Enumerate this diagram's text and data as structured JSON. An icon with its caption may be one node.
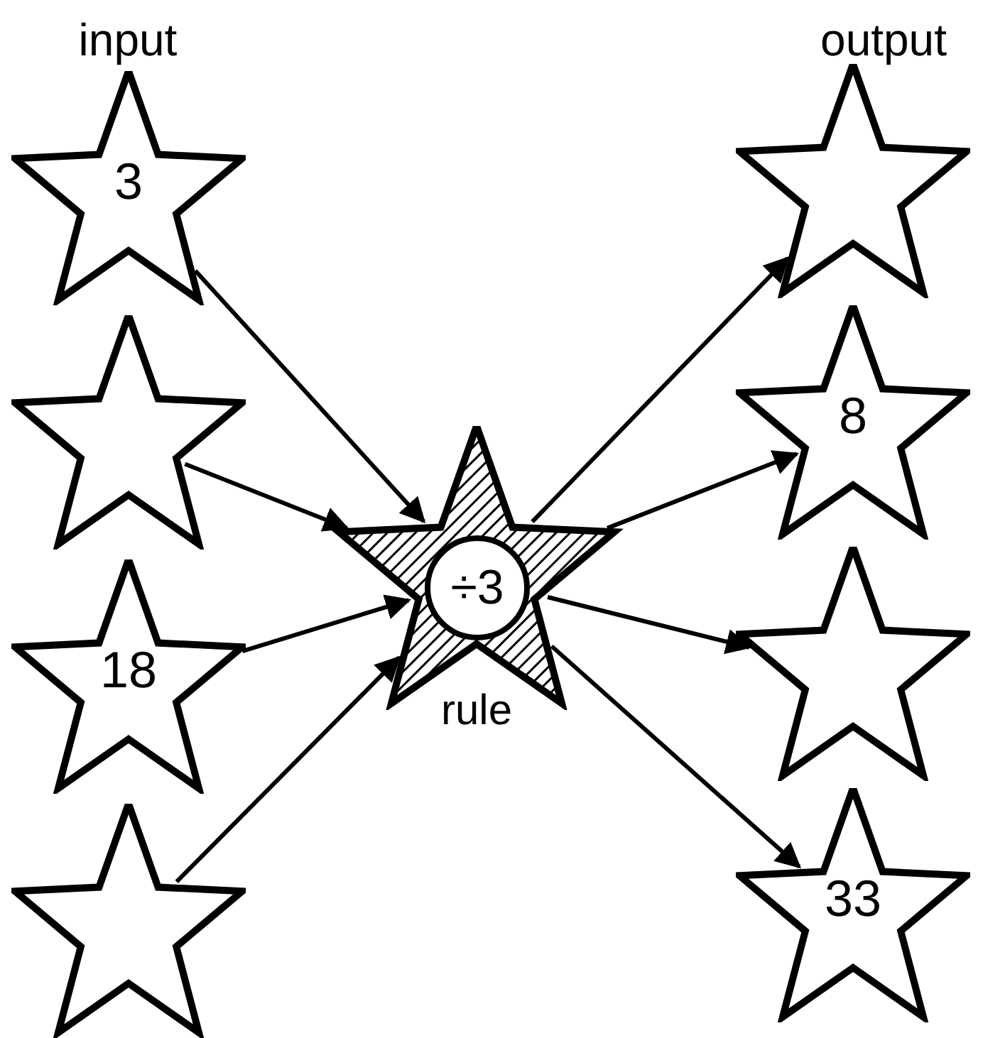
{
  "diagram": {
    "nodes": [
      {
        "text": [
          "3"
        ]
      },
      {
        "text": [],
        "shape": "star"
      },
      {
        "text": [
          "18"
        ]
      },
      {
        "text": [],
        "shape": "star"
      },
      {
        "text": [
          "÷3"
        ],
        "beside": [
          "rule"
        ]
      },
      {
        "text": [],
        "shape": "star"
      },
      {
        "text": [
          "8"
        ]
      },
      {
        "text": [],
        "shape": "star"
      },
      {
        "text": [
          "33"
        ]
      }
    ],
    "edges": [
      {
        "from": 0,
        "to": 4,
        "arrow": "to"
      },
      {
        "from": 1,
        "to": 4,
        "arrow": "to"
      },
      {
        "from": 2,
        "to": 4,
        "arrow": "to"
      },
      {
        "from": 3,
        "to": 4,
        "arrow": "to"
      },
      {
        "from": 4,
        "to": 5,
        "arrow": "to"
      },
      {
        "from": 4,
        "to": 6,
        "arrow": "to"
      },
      {
        "from": 4,
        "to": 7,
        "arrow": "to"
      },
      {
        "from": 4,
        "to": 8,
        "arrow": "to"
      }
    ],
    "labels": [
      "input",
      "output"
    ]
  }
}
